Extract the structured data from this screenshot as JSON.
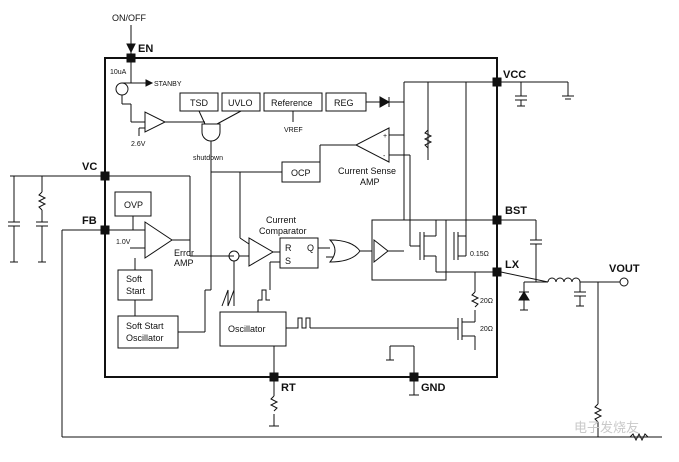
{
  "pins": {
    "en": "EN",
    "on_off": "ON/OFF",
    "vcc": "VCC",
    "vc": "VC",
    "fb": "FB",
    "bst": "BST",
    "lx": "LX",
    "vout": "VOUT",
    "rt": "RT",
    "gnd": "GND"
  },
  "blocks": {
    "tsd": "TSD",
    "uvlo": "UVLO",
    "reference": "Reference",
    "reg": "REG",
    "ocp": "OCP",
    "ovp": "OVP",
    "soft_start_l1": "Soft",
    "soft_start_l2": "Start",
    "ss_osc_l1": "Soft Start",
    "ss_osc_l2": "Oscillator",
    "oscillator": "Oscillator"
  },
  "labels": {
    "i_10ua": "10uA",
    "standby": "STANBY",
    "v26": "2.6V",
    "shutdown": "shutdown",
    "vref": "VREF",
    "cs_amp_l1": "Current Sense",
    "cs_amp_l2": "AMP",
    "cur_comp_l1": "Current",
    "cur_comp_l2": "Comparator",
    "v10": "1.0V",
    "err_amp_l1": "Error",
    "err_amp_l2": "AMP",
    "ff_r": "R",
    "ff_q": "Q",
    "ff_s": "S",
    "r015": "0.15Ω",
    "r20a": "20Ω",
    "r20b": "20Ω"
  },
  "watermark": "电子发烧友"
}
